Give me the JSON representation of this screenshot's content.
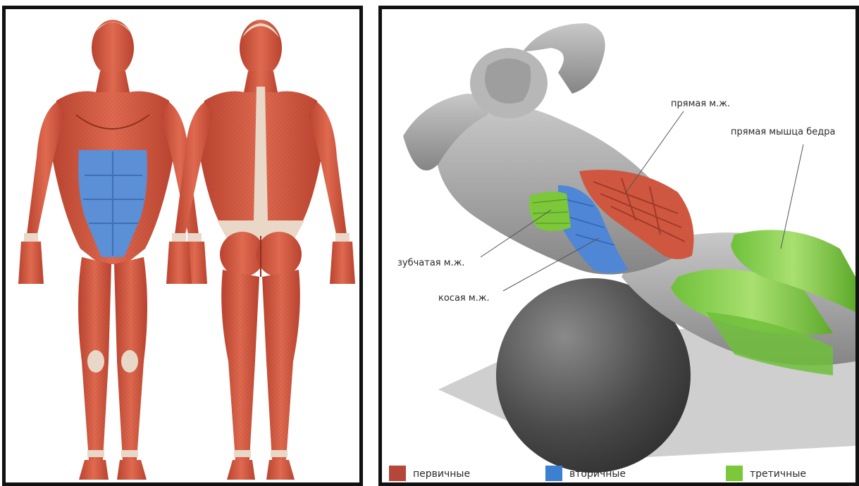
{
  "labels": {
    "rectus": "прямая м.ж.",
    "rectus_femoris": "прямая мышца бедра",
    "serratus": "зубчатая м.ж.",
    "oblique": "косая м.ж."
  },
  "legend": [
    {
      "label": "первичные",
      "color": "#b5463a"
    },
    {
      "label": "вторичные",
      "color": "#3d7fd1"
    },
    {
      "label": "третичные",
      "color": "#7cc83a"
    }
  ],
  "colors": {
    "muscle": "#c8553f",
    "muscle_dark": "#9f3a2b",
    "tendon": "#e9d7c8",
    "abs_highlight": "#5b8fd6",
    "gray_body": "#9a9a9a",
    "ball": "#4a4a4a"
  }
}
